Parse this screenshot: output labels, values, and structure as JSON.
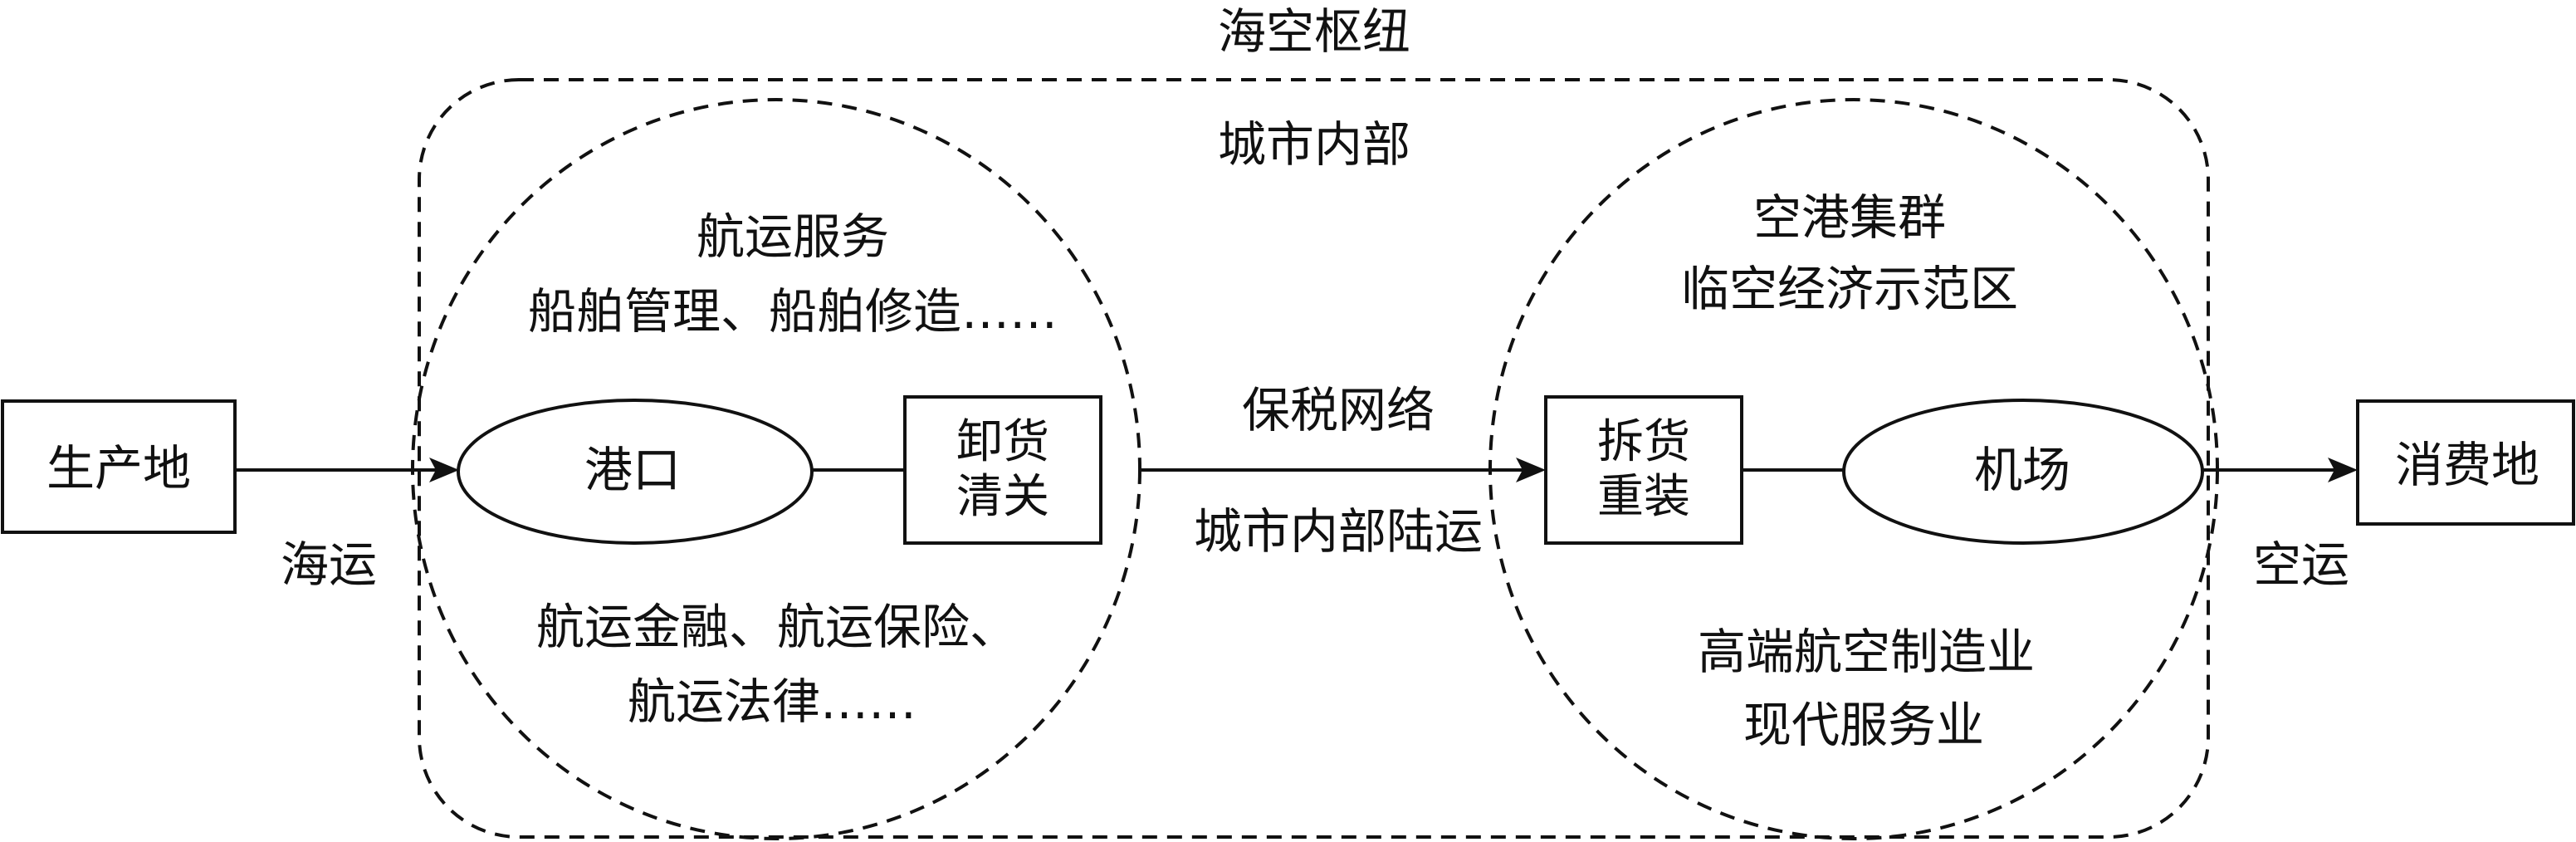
{
  "hub": {
    "title": "海空枢纽",
    "inner_title": "城市内部"
  },
  "origin": "生产地",
  "destination": "消费地",
  "sea_transport": "海运",
  "air_transport": "空运",
  "port_cluster": {
    "services_title": "航运服务",
    "services_line": "船舶管理、船舶修造……",
    "port": "港口",
    "unload_line1": "卸货",
    "unload_line2": "清关",
    "finance_line1": "航运金融、航运保险、",
    "finance_line2": "航运法律……"
  },
  "link": {
    "bonded": "保税网络",
    "land": "城市内部陆运"
  },
  "airport_cluster": {
    "title": "空港集群",
    "zone": "临空经济示范区",
    "repack_line1": "拆货",
    "repack_line2": "重装",
    "airport": "机场",
    "industry_line1": "高端航空制造业",
    "industry_line2": "现代服务业"
  }
}
